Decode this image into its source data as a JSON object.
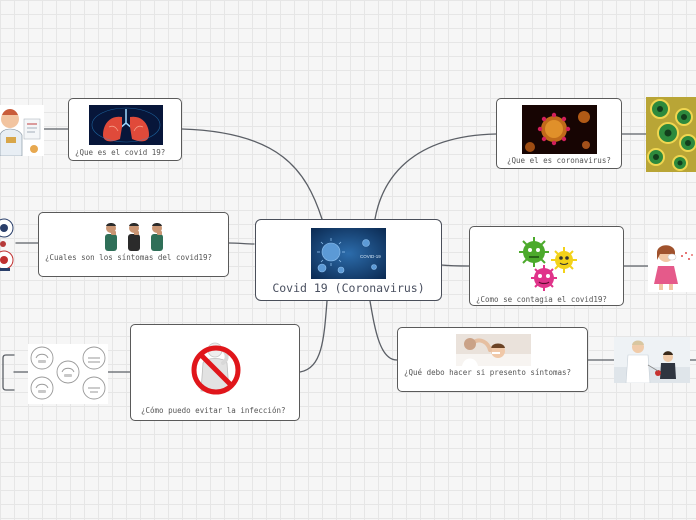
{
  "central": {
    "title": "Covid 19 (Coronavirus)",
    "image_text": "COVID-19"
  },
  "topics": {
    "que_es": "¿Que es el covid 19?",
    "sintomas": "¿Cuales son los síntomas del covid19?",
    "evitar": "¿Cómo puedo evitar la infección?",
    "coronavirus": "¿Que el es coronavirus?",
    "contagia": "¿Como se contagia el covid19?",
    "que_hacer": "¿Qué debo hacer si presento síntomas?"
  },
  "colors": {
    "connector": "#5b5f66",
    "node_border": "#5a5a5a",
    "central_image_bg": "#1c4f86",
    "virus_red": "#b3261e",
    "virus_green": "#4caa2c",
    "virus_yellow": "#f3d21a"
  },
  "icons": [
    "lungs-icon",
    "people-coughing-icon",
    "no-touch-face-icon",
    "coronavirus-cells-icon",
    "cartoon-viruses-icon",
    "sick-child-icon",
    "doctor-icon",
    "sneezing-girl-icon",
    "hygiene-steps-icon",
    "symptom-chart-icon",
    "virus-particles-icon",
    "doctor-visit-icon"
  ]
}
